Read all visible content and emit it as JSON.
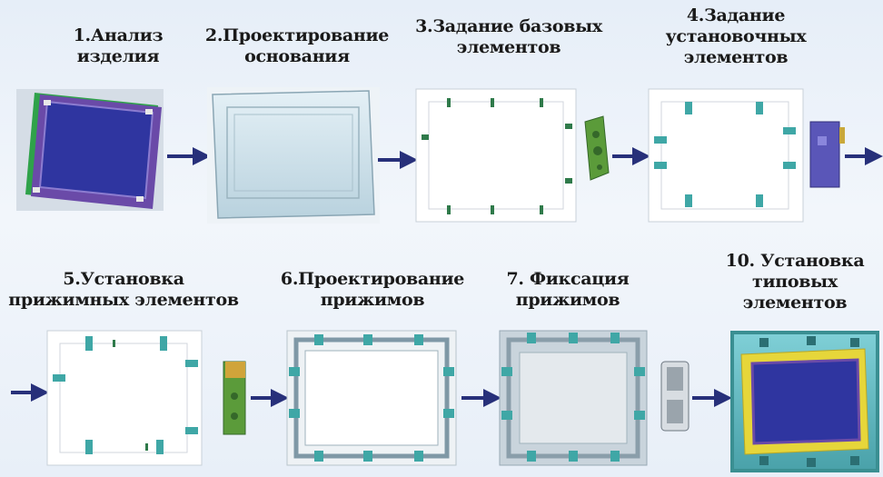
{
  "steps": [
    {
      "line1": "1.Анализ",
      "line2": "изделия"
    },
    {
      "line1": "2.Проектирование",
      "line2": "основания"
    },
    {
      "line1": "3.Задание базовых",
      "line2": "элементов"
    },
    {
      "line1": "4.Задание",
      "line2": "установочных",
      "line3": "элементов"
    },
    {
      "line1": "5.Установка",
      "line2": "прижимных элементов"
    },
    {
      "line1": "6.Проектирование",
      "line2": "прижимов"
    },
    {
      "line1": "7. Фиксация",
      "line2": "прижимов"
    },
    {
      "line1": "10. Установка",
      "line2": "типовых",
      "line3": "элементов"
    }
  ],
  "colors": {
    "arrow": "#27307a",
    "product_blue": "#2f35a0",
    "product_purple": "#6a4aa8",
    "base_plate": "#cfe3ee",
    "clamp_teal": "#3fa7a6",
    "locator_green": "#5b9b3a",
    "fixture_yellow": "#e6d63a"
  }
}
